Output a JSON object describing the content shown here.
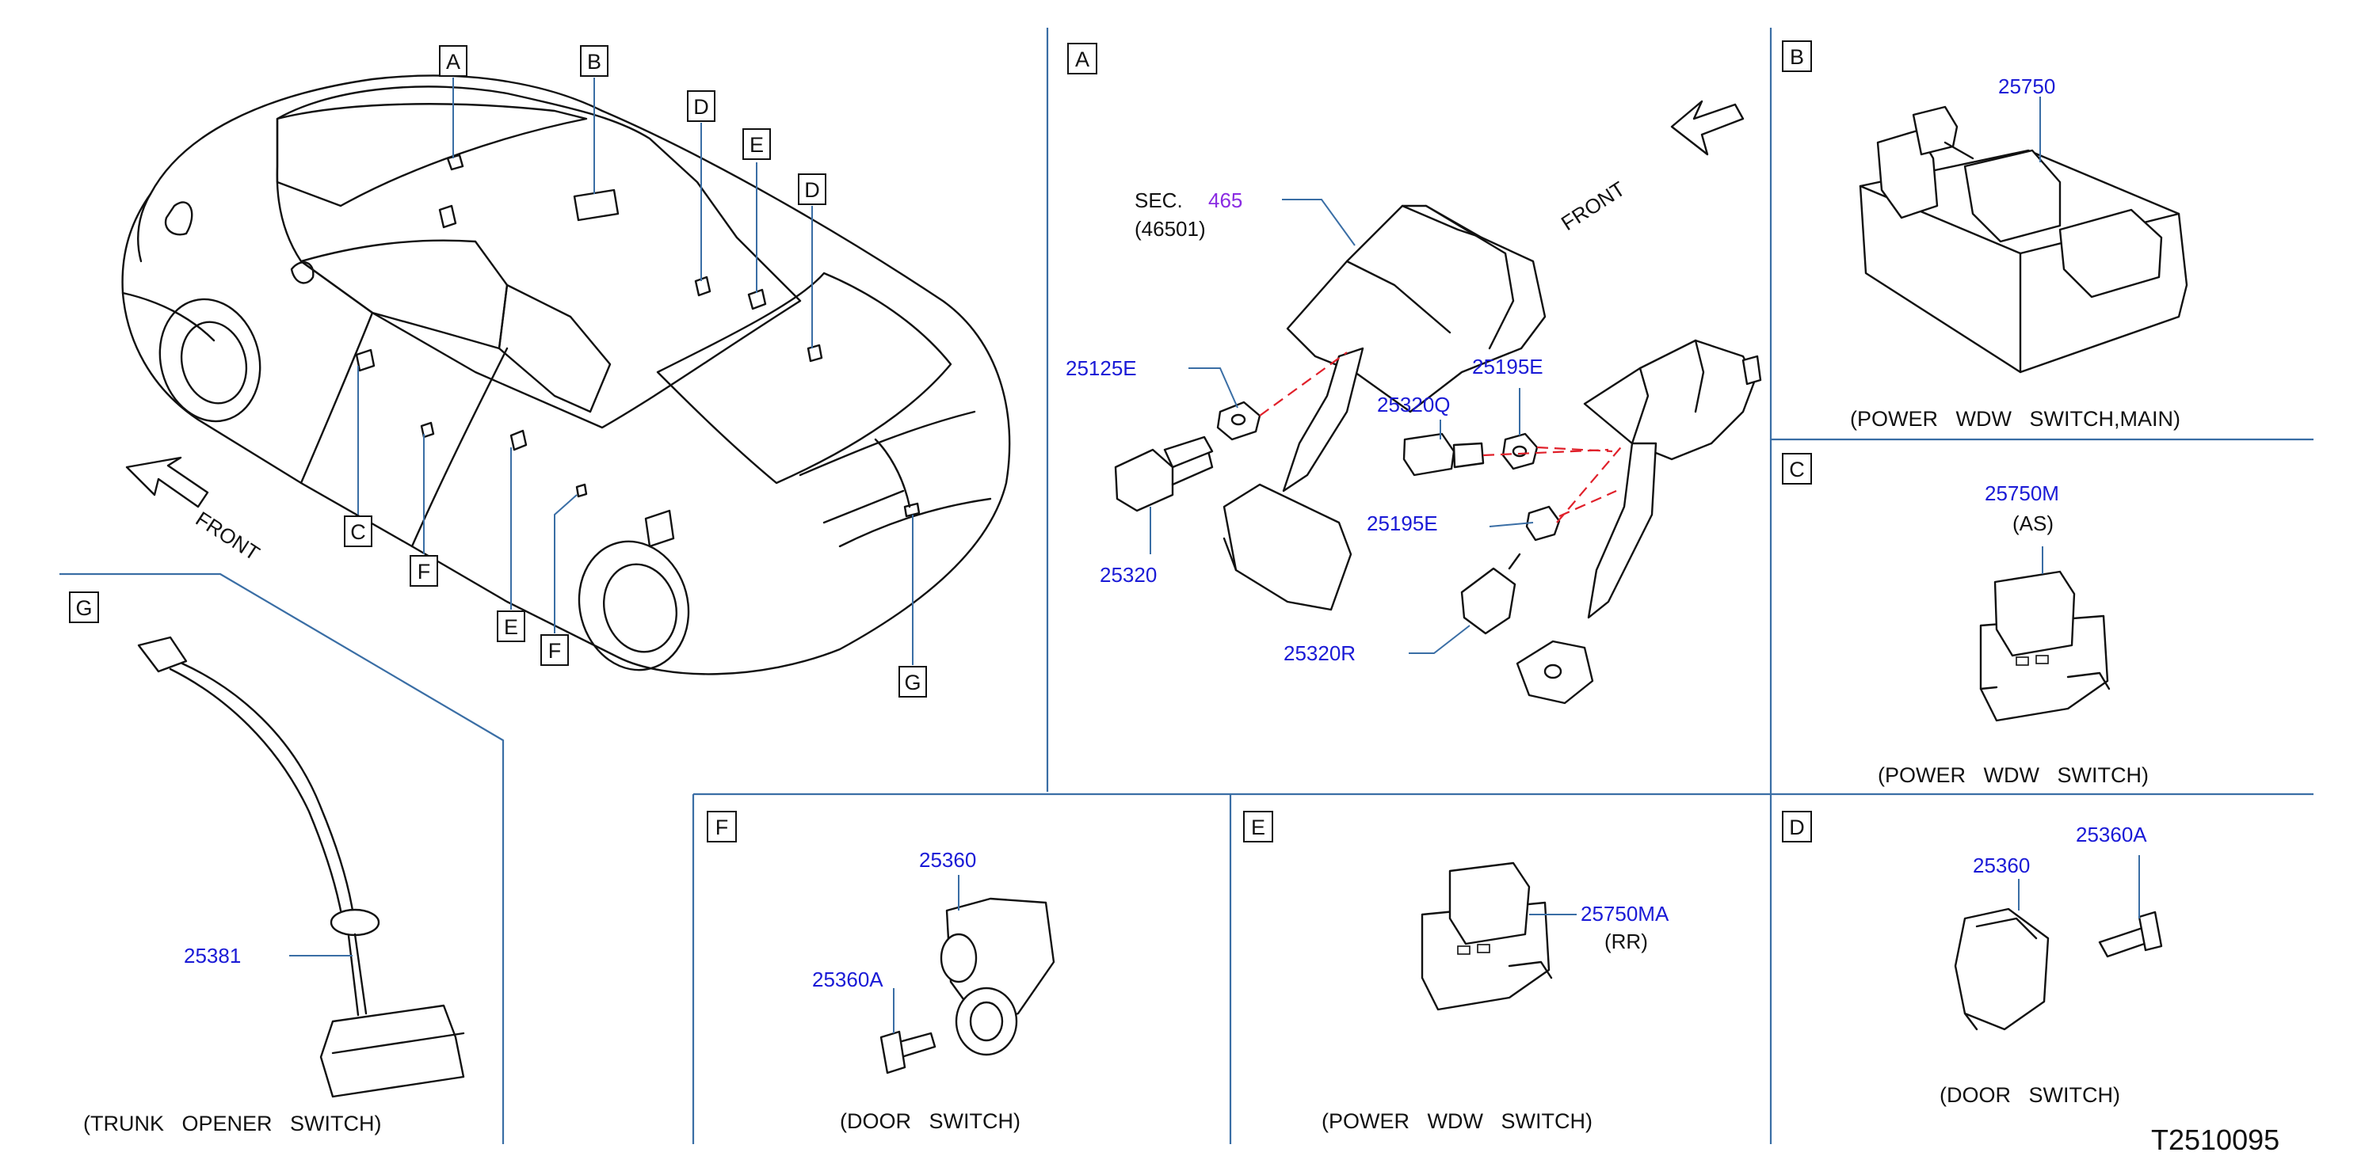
{
  "diagram_code": "T2510095",
  "view_labels": [
    "A",
    "B",
    "C",
    "D",
    "E",
    "F",
    "G"
  ],
  "vehicle": {
    "front_label": "FRONT",
    "callouts": [
      "A",
      "B",
      "D",
      "E",
      "D",
      "C",
      "F",
      "E",
      "F",
      "G"
    ]
  },
  "section_a": {
    "label": "A",
    "front_label": "FRONT",
    "sec_text": "SEC.",
    "sec_number": "465",
    "sec_sub": "(46501)",
    "parts": [
      "25125E",
      "25320",
      "25320Q",
      "25195E",
      "25195E",
      "25320R"
    ]
  },
  "section_b": {
    "label": "B",
    "part": "25750",
    "caption": "(POWER   WDW   SWITCH,MAIN)"
  },
  "section_c": {
    "label": "C",
    "part": "25750M",
    "note": "(AS)",
    "caption": "(POWER   WDW   SWITCH)"
  },
  "section_d": {
    "label": "D",
    "parts": [
      "25360",
      "25360A"
    ],
    "caption": "(DOOR   SWITCH)"
  },
  "section_e": {
    "label": "E",
    "part": "25750MA",
    "note": "(RR)",
    "caption": "(POWER   WDW   SWITCH)"
  },
  "section_f": {
    "label": "F",
    "parts": [
      "25360",
      "25360A"
    ],
    "caption": "(DOOR   SWITCH)"
  },
  "section_g": {
    "label": "G",
    "part": "25381",
    "caption": "(TRUNK   OPENER   SWITCH)"
  },
  "colors": {
    "part_number": "#1a1ad6",
    "sec_reference": "#8a2be2",
    "leader": "#3a6ea5",
    "hidden_line": "#e0202a"
  }
}
